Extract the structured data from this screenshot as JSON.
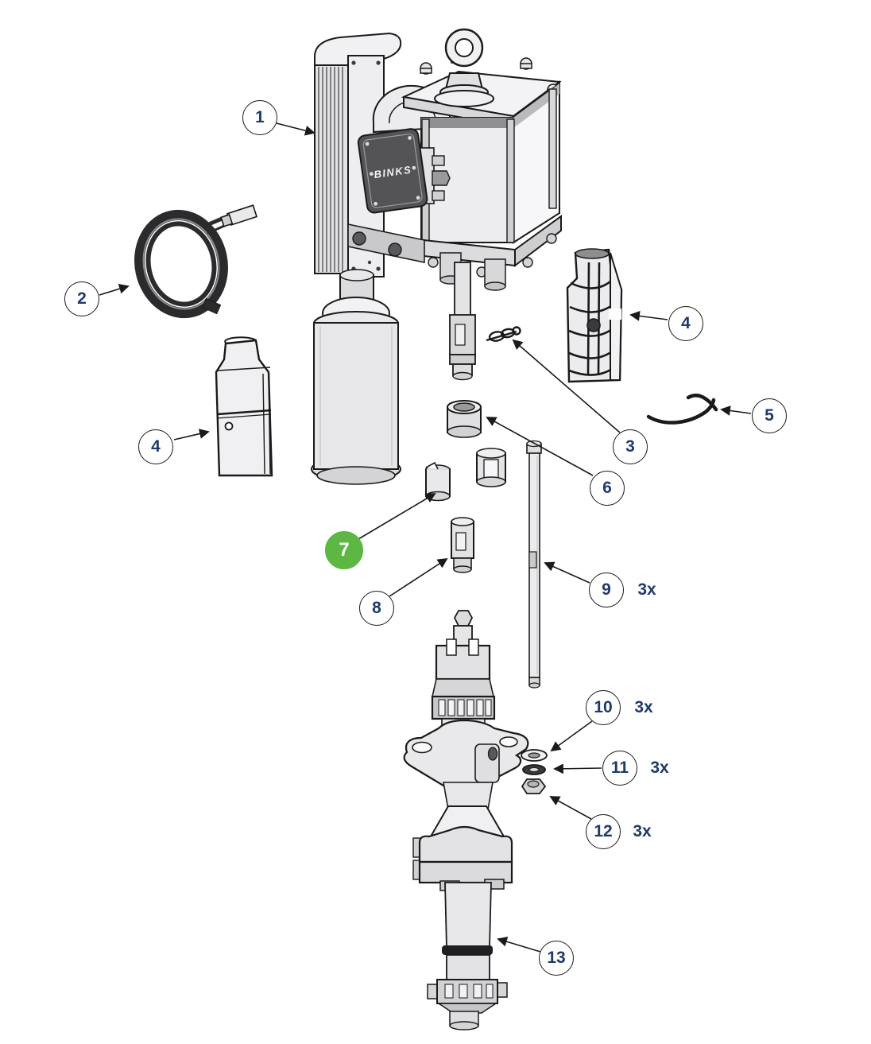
{
  "diagram": {
    "type": "exploded-parts-diagram",
    "brand_label": "BINKS",
    "colors": {
      "callout_number": "#1f3a6b",
      "highlight_fill": "#5cb843",
      "highlight_text": "#ffffff",
      "line_art": "#1a1a1a",
      "background": "#ffffff"
    },
    "callouts": [
      {
        "number": "1",
        "qty": "",
        "highlighted": false
      },
      {
        "number": "2",
        "qty": "",
        "highlighted": false
      },
      {
        "number": "3",
        "qty": "",
        "highlighted": false
      },
      {
        "number": "4",
        "qty": "",
        "highlighted": false
      },
      {
        "number": "4",
        "qty": "",
        "highlighted": false
      },
      {
        "number": "5",
        "qty": "",
        "highlighted": false
      },
      {
        "number": "6",
        "qty": "",
        "highlighted": false
      },
      {
        "number": "7",
        "qty": "",
        "highlighted": true
      },
      {
        "number": "8",
        "qty": "",
        "highlighted": false
      },
      {
        "number": "9",
        "qty": "3x",
        "highlighted": false
      },
      {
        "number": "10",
        "qty": "3x",
        "highlighted": false
      },
      {
        "number": "11",
        "qty": "3x",
        "highlighted": false
      },
      {
        "number": "12",
        "qty": "3x",
        "highlighted": false
      },
      {
        "number": "13",
        "qty": "",
        "highlighted": false
      }
    ]
  }
}
